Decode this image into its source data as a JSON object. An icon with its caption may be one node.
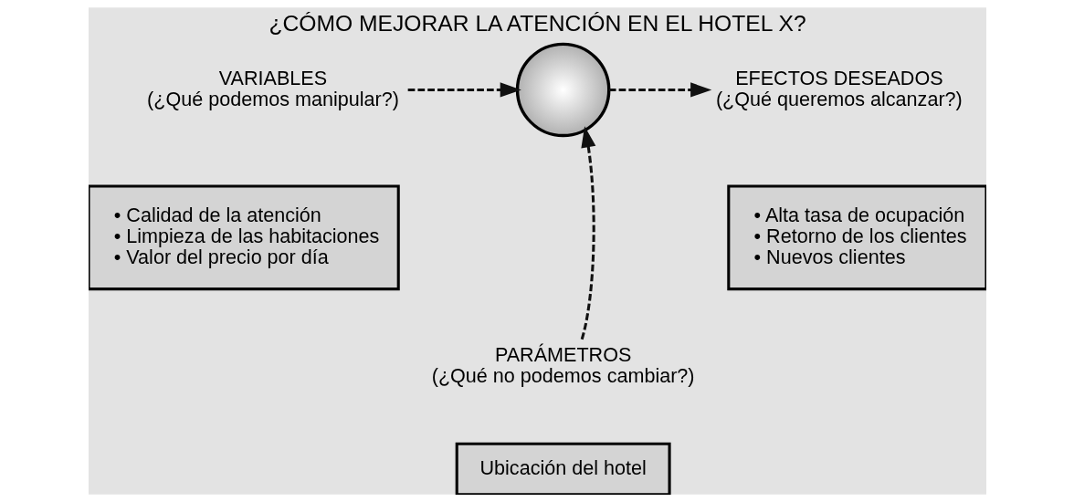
{
  "diagram": {
    "title": "¿CÓMO MEJORAR LA ATENCIÓN EN EL HOTEL X?",
    "nodes": [
      {
        "text": [
          "VARIABLES",
          "(¿Qué podemos manipular?)"
        ]
      },
      {
        "text": [
          "• Calidad de la atención",
          "• Limpieza de las habitaciones",
          "• Valor del precio por día"
        ]
      },
      {
        "text": [],
        "shape": "circle"
      },
      {
        "text": [
          "EFECTOS DESEADOS",
          "(¿Qué queremos alcanzar?)"
        ]
      },
      {
        "text": [
          "• Alta tasa de ocupación",
          "• Retorno de los clientes",
          "• Nuevos clientes"
        ]
      },
      {
        "text": [
          "PARÁMETROS",
          "(¿Qué no podemos cambiar?)"
        ]
      },
      {
        "text": [
          "Ubicación del hotel"
        ]
      }
    ],
    "edges": [
      {
        "from": 0,
        "to": 2,
        "arrow": "to",
        "style": "dashed"
      },
      {
        "from": 2,
        "to": 3,
        "arrow": "to",
        "style": "dashed"
      },
      {
        "from": 5,
        "to": 2,
        "arrow": "to",
        "style": "dashed"
      }
    ]
  }
}
